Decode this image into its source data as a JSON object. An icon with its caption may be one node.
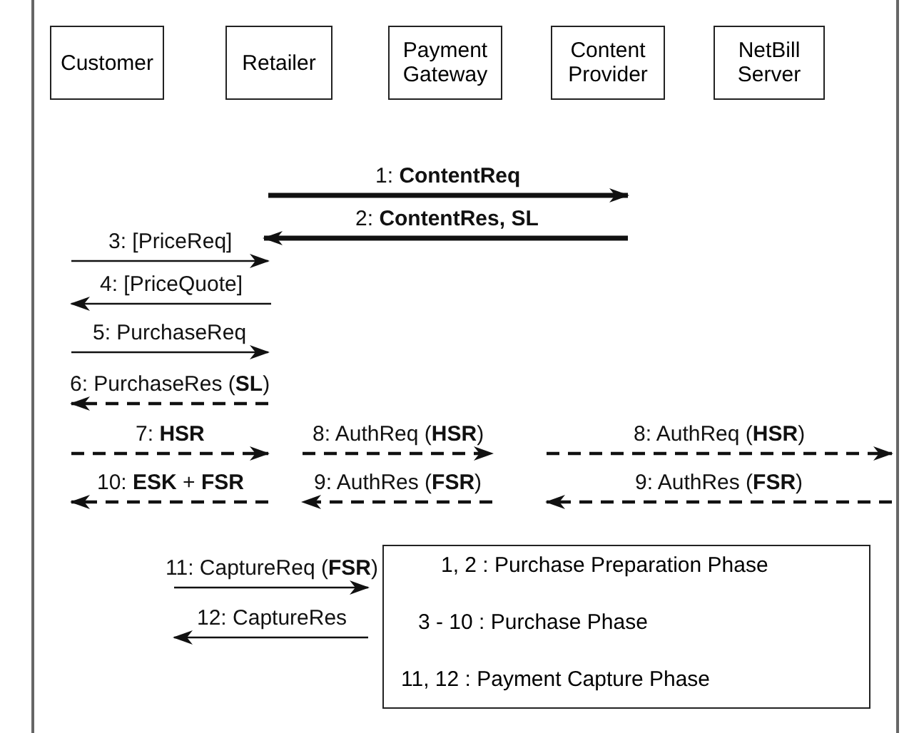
{
  "diagram": {
    "nodes": [
      {
        "text": [
          "Customer"
        ]
      },
      {
        "text": [
          "Retailer"
        ]
      },
      {
        "text": [
          "Payment Gateway"
        ]
      },
      {
        "text": [
          "Content Provider"
        ]
      },
      {
        "text": [
          "NetBill Server"
        ]
      },
      {
        "text": [
          "1, 2 : Purchase Preparation Phase",
          "3 - 10 : Purchase Phase",
          "11, 12 : Payment Capture Phase"
        ]
      }
    ],
    "labels": [
      "1: **ContentReq**",
      "2: **ContentRes, SL**",
      "3: [PriceReq]",
      "4: [PriceQuote]",
      "5: PurchaseReq",
      "6: PurchaseRes (**SL**)",
      "7: **HSR**",
      "8: AuthReq (**HSR**)",
      "8: AuthReq (**HSR**)",
      "10: **ESK** + **FSR**",
      "9: AuthRes (**FSR**)",
      "9: AuthRes (**FSR**)",
      "11: CaptureReq (**FSR**)",
      "12: CaptureRes"
    ]
  }
}
